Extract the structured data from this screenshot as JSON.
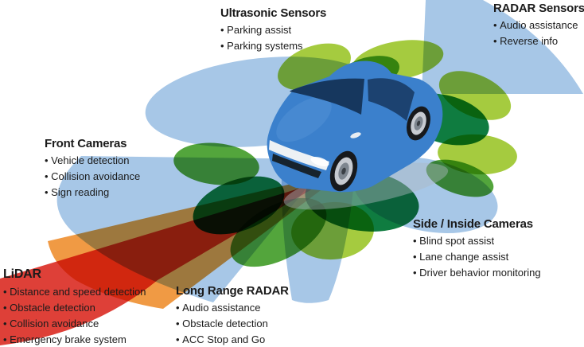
{
  "diagram": {
    "subject": "car-sensor-coverage",
    "car": {
      "description": "blue sedan, three-quarter front-left view"
    }
  },
  "labels": {
    "ultrasonic": {
      "title": "Ultrasonic Sensors",
      "items": [
        "Parking assist",
        "Parking systems"
      ]
    },
    "radar": {
      "title": "RADAR Sensors",
      "items": [
        "Audio assistance",
        "Reverse info"
      ]
    },
    "front_cameras": {
      "title": "Front Cameras",
      "items": [
        "Vehicle detection",
        "Collision avoidance",
        "Sign reading"
      ]
    },
    "side_cameras": {
      "title": "Side / Inside Cameras",
      "items": [
        "Blind spot assist",
        "Lane change assist",
        "Driver behavior monitoring"
      ]
    },
    "lidar": {
      "title": "LiDAR",
      "items": [
        "Distance and speed detection",
        "Obstacle detection",
        "Collision avoidance",
        "Emergency brake system"
      ]
    },
    "long_range_radar": {
      "title": "Long Range RADAR",
      "items": [
        "Audio assistance",
        "Obstacle detection",
        "ACC Stop and Go"
      ]
    }
  },
  "colors": {
    "camera_blue": "#A7C7E7",
    "green_light": "#A5CB3F",
    "green_mid": "#53A53C",
    "green_dark": "#0F7C40",
    "lidar_red": "#DE4038",
    "long_range_orange": "#F09A44",
    "car_body": "#3B80CC",
    "car_glass": "#16375E"
  }
}
